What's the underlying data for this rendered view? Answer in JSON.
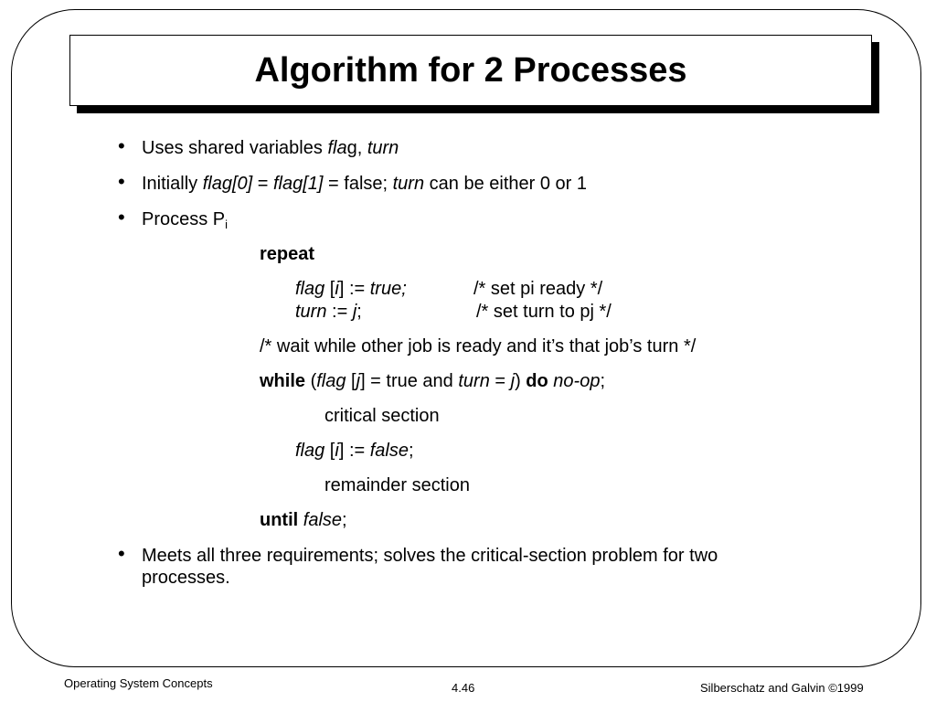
{
  "slide": {
    "title": "Algorithm for 2 Processes",
    "bullet1": {
      "text": "Uses shared variables ",
      "flag_a": "fla",
      "flag_b": "g",
      "sep": ", ",
      "turn": "turn"
    },
    "bullet2": {
      "text": "Initially ",
      "flag0": "flag[0]",
      "eq1": " = ",
      "flag1": "flag[1]",
      "eq2": " = false; ",
      "turn": "turn",
      "rest": " can be either 0 or 1"
    },
    "bullet3": {
      "text": "Process P",
      "sub": "i"
    },
    "code": {
      "repeat": "repeat",
      "flag_i_a": "flag",
      "flag_i_b": " [",
      "flag_i_i": "i",
      "flag_i_c": "] := ",
      "flag_i_true": "true;",
      "flag_i_comment": "/* set pi ready */",
      "turn_a": "turn",
      "turn_b": " := ",
      "turn_j": "j",
      "turn_c": ";",
      "turn_comment": "/* set turn to pj */",
      "wait_comment": "/* wait while other job is ready and it’s that job’s turn */",
      "while_kw": "while",
      "while_b": " (",
      "while_flag": "flag",
      "while_c": " [",
      "while_j": "j",
      "while_d": "] = true and ",
      "while_turn": "turn",
      "while_e": " = ",
      "while_j2": "j",
      "while_f": ") ",
      "do_kw": "do",
      "noop": "no-op",
      "semi": ";",
      "critical": "critical section",
      "reset_flag": "flag",
      "reset_b": " [",
      "reset_i": "i",
      "reset_c": "] := ",
      "reset_false": "false",
      "reset_d": ";",
      "remainder": "remainder section",
      "until_kw": "until",
      "until_false": "false",
      "until_semi": ";"
    },
    "bullet4": {
      "line1": "Meets all three requirements; solves the critical-section problem for two",
      "line2": "processes."
    }
  },
  "footer": {
    "left": "Operating System Concepts",
    "center": "4.46",
    "right": "Silberschatz and Galvin ",
    "copyright": "©1999"
  }
}
